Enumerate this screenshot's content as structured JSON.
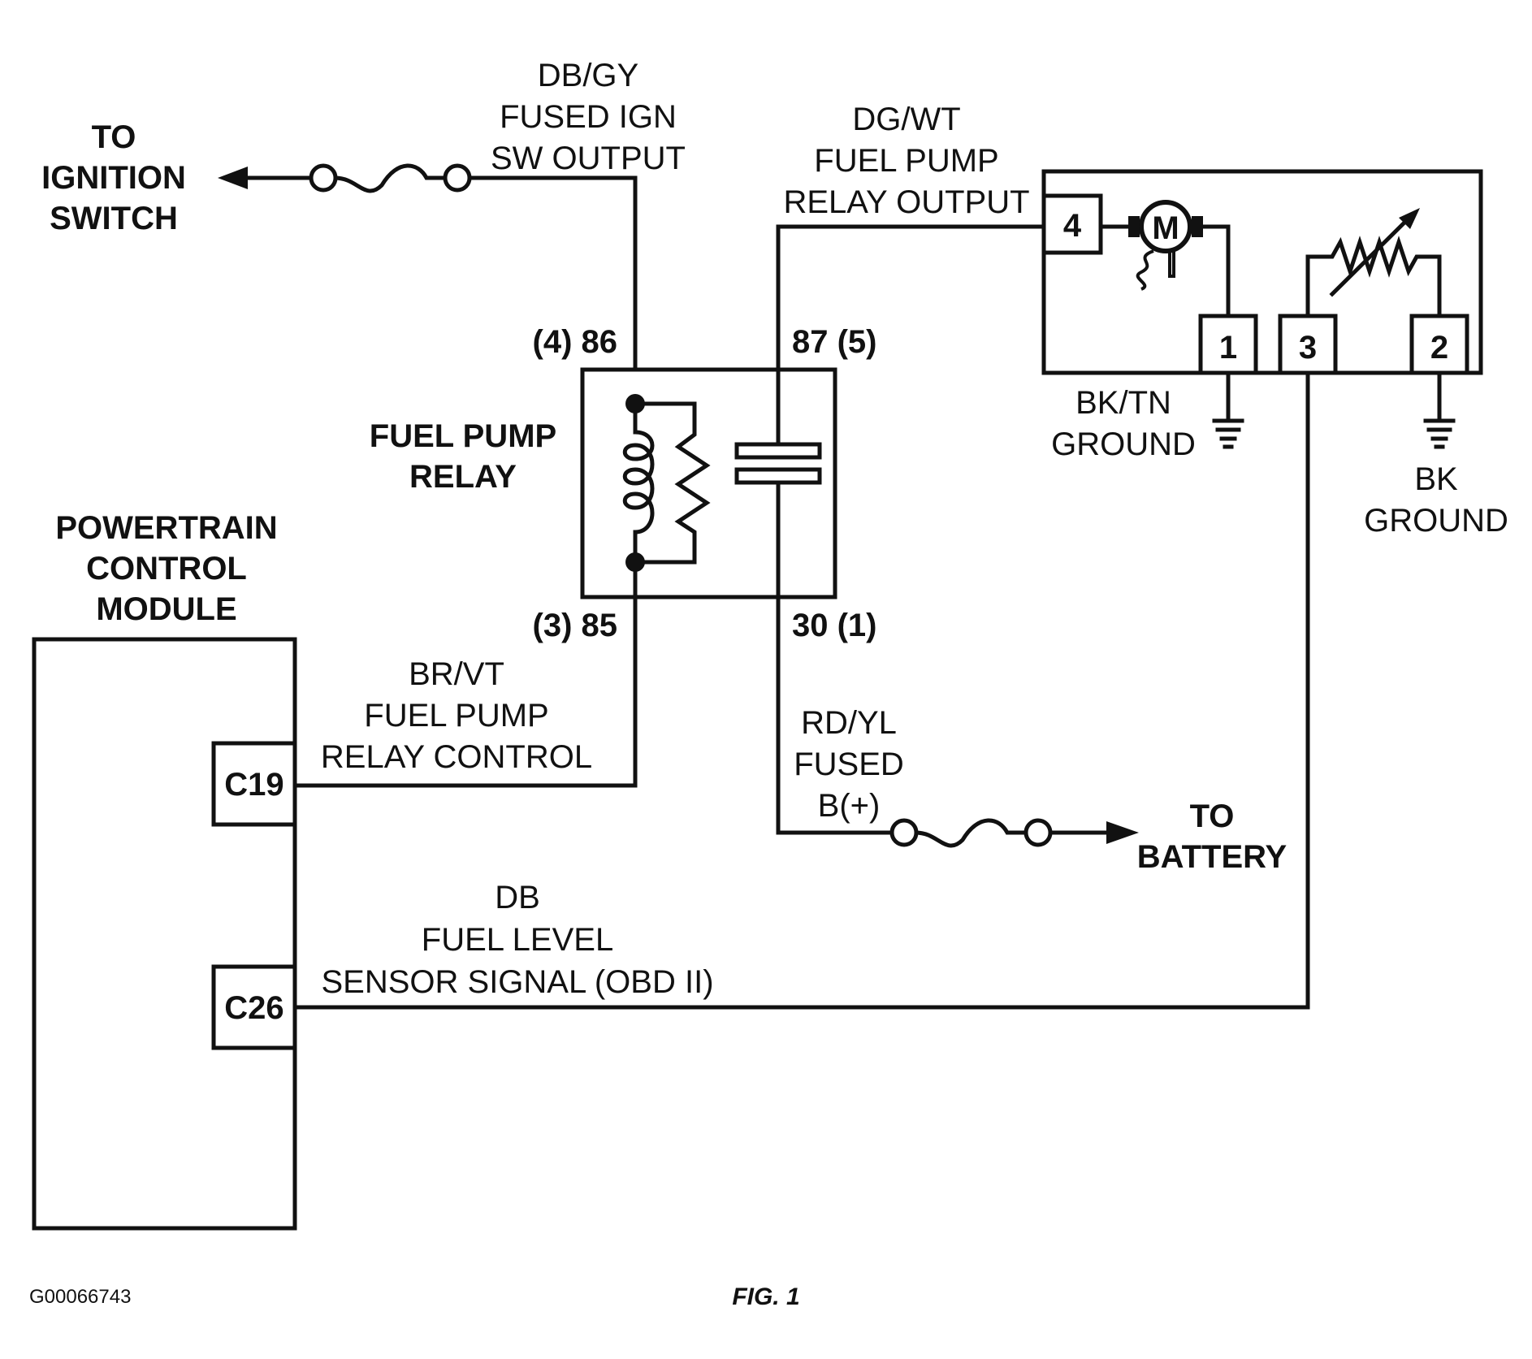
{
  "labels": {
    "to_ignition": [
      "TO",
      "IGNITION",
      "SWITCH"
    ],
    "db_gy_wire": [
      "DB/GY",
      "FUSED IGN",
      "SW OUTPUT"
    ],
    "dg_wt_wire": [
      "DG/WT",
      "FUEL PUMP",
      "RELAY OUTPUT"
    ],
    "relay_name": [
      "FUEL PUMP",
      "RELAY"
    ],
    "pcm_name": [
      "POWERTRAIN",
      "CONTROL",
      "MODULE"
    ],
    "br_vt_wire": [
      "BR/VT",
      "FUEL PUMP",
      "RELAY CONTROL"
    ],
    "rd_yl_wire": [
      "RD/YL",
      "FUSED",
      "B(+)"
    ],
    "to_battery": [
      "TO",
      "BATTERY"
    ],
    "db_wire": [
      "DB",
      "FUEL LEVEL",
      "SENSOR SIGNAL (OBD II)"
    ],
    "bk_tn_ground": [
      "BK/TN",
      "GROUND"
    ],
    "bk_ground": [
      "BK",
      "GROUND"
    ]
  },
  "relay_pins": {
    "pin86": "(4) 86",
    "pin87": "87 (5)",
    "pin85": "(3) 85",
    "pin30": "30 (1)"
  },
  "pcm_pins": {
    "c19": "C19",
    "c26": "C26"
  },
  "module_pins": {
    "p4": "4",
    "p1": "1",
    "p3": "3",
    "p2": "2",
    "motor": "M"
  },
  "footer": {
    "figure_id": "G00066743",
    "fig_label": "FIG. 1"
  }
}
